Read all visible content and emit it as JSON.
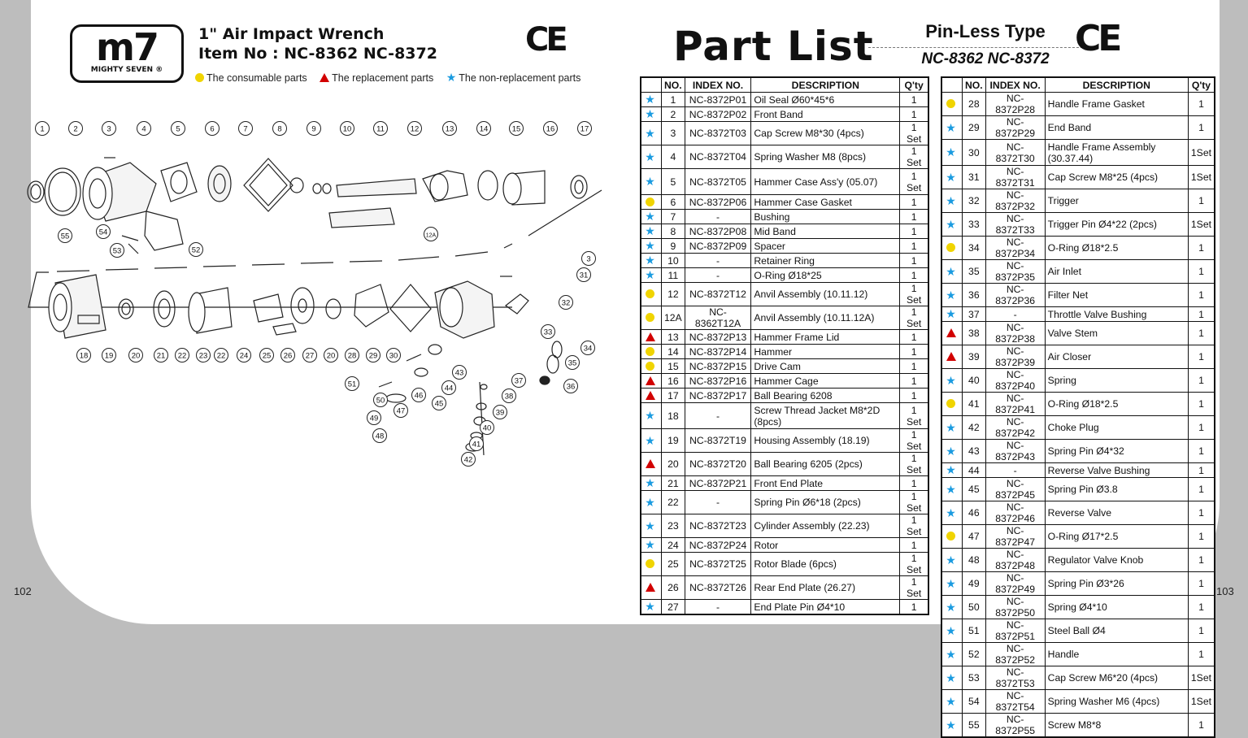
{
  "header": {
    "logo_text": "m7",
    "logo_sub": "MIGHTY SEVEN ®",
    "title_line1": "1\" Air Impact Wrench",
    "title_line2": "Item No : NC-8362 NC-8372",
    "ce": "CE"
  },
  "legend": {
    "consumable": "The consumable parts",
    "replacement": "The replacement parts",
    "non_replacement": "The non-replacement parts"
  },
  "colors": {
    "consumable": "#f0d400",
    "replacement": "#d20000",
    "non_replacement": "#1a9be0"
  },
  "part_list_header": {
    "title": "Part List",
    "subtitle": "Pin-Less Type",
    "models": "NC-8362 NC-8372",
    "ce": "CE"
  },
  "columns": [
    "NO.",
    "INDEX NO.",
    "DESCRIPTION",
    "Q'ty"
  ],
  "table_left": [
    {
      "sym": "star",
      "no": "1",
      "idx": "NC-8372P01",
      "desc": "Oil Seal Ø60*45*6",
      "qty": "1"
    },
    {
      "sym": "star",
      "no": "2",
      "idx": "NC-8372P02",
      "desc": "Front Band",
      "qty": "1"
    },
    {
      "sym": "star",
      "no": "3",
      "idx": "NC-8372T03",
      "desc": "Cap Screw M8*30 (4pcs)",
      "qty": "1 Set"
    },
    {
      "sym": "star",
      "no": "4",
      "idx": "NC-8372T04",
      "desc": "Spring Washer M8 (8pcs)",
      "qty": "1 Set"
    },
    {
      "sym": "star",
      "no": "5",
      "idx": "NC-8372T05",
      "desc": "Hammer Case Ass'y (05.07)",
      "qty": "1 Set",
      "tall": true
    },
    {
      "sym": "dot",
      "no": "6",
      "idx": "NC-8372P06",
      "desc": "Hammer Case Gasket",
      "qty": "1"
    },
    {
      "sym": "star",
      "no": "7",
      "idx": "-",
      "desc": "Bushing",
      "qty": "1"
    },
    {
      "sym": "star",
      "no": "8",
      "idx": "NC-8372P08",
      "desc": "Mid Band",
      "qty": "1"
    },
    {
      "sym": "star",
      "no": "9",
      "idx": "NC-8372P09",
      "desc": "Spacer",
      "qty": "1"
    },
    {
      "sym": "star",
      "no": "10",
      "idx": "-",
      "desc": "Retainer Ring",
      "qty": "1"
    },
    {
      "sym": "star",
      "no": "11",
      "idx": "-",
      "desc": "O-Ring Ø18*25",
      "qty": "1"
    },
    {
      "sym": "dot",
      "no": "12",
      "idx": "NC-8372T12",
      "desc": "Anvil Assembly (10.11.12)",
      "qty": "1 Set"
    },
    {
      "sym": "dot",
      "no": "12A",
      "idx": "NC-8362T12A",
      "desc": "Anvil Assembly (10.11.12A)",
      "qty": "1 Set"
    },
    {
      "sym": "tri",
      "no": "13",
      "idx": "NC-8372P13",
      "desc": "Hammer Frame Lid",
      "qty": "1"
    },
    {
      "sym": "dot",
      "no": "14",
      "idx": "NC-8372P14",
      "desc": "Hammer",
      "qty": "1"
    },
    {
      "sym": "dot",
      "no": "15",
      "idx": "NC-8372P15",
      "desc": "Drive Cam",
      "qty": "1"
    },
    {
      "sym": "tri",
      "no": "16",
      "idx": "NC-8372P16",
      "desc": "Hammer Cage",
      "qty": "1"
    },
    {
      "sym": "tri",
      "no": "17",
      "idx": "NC-8372P17",
      "desc": "Ball Bearing 6208",
      "qty": "1"
    },
    {
      "sym": "star",
      "no": "18",
      "idx": "-",
      "desc": "Screw Thread Jacket M8*2D (8pcs)",
      "qty": "1 Set",
      "tall": true
    },
    {
      "sym": "star",
      "no": "19",
      "idx": "NC-8372T19",
      "desc": "Housing Assembly (18.19)",
      "qty": "1 Set"
    },
    {
      "sym": "tri",
      "no": "20",
      "idx": "NC-8372T20",
      "desc": "Ball Bearing 6205 (2pcs)",
      "qty": "1 Set"
    },
    {
      "sym": "star",
      "no": "21",
      "idx": "NC-8372P21",
      "desc": "Front End Plate",
      "qty": "1"
    },
    {
      "sym": "star",
      "no": "22",
      "idx": "-",
      "desc": "Spring Pin Ø6*18 (2pcs)",
      "qty": "1 Set"
    },
    {
      "sym": "star",
      "no": "23",
      "idx": "NC-8372T23",
      "desc": "Cylinder Assembly (22.23)",
      "qty": "1 Set"
    },
    {
      "sym": "star",
      "no": "24",
      "idx": "NC-8372P24",
      "desc": "Rotor",
      "qty": "1"
    },
    {
      "sym": "dot",
      "no": "25",
      "idx": "NC-8372T25",
      "desc": "Rotor Blade (6pcs)",
      "qty": "1 Set"
    },
    {
      "sym": "tri",
      "no": "26",
      "idx": "NC-8372T26",
      "desc": "Rear End Plate (26.27)",
      "qty": "1 Set"
    },
    {
      "sym": "star",
      "no": "27",
      "idx": "-",
      "desc": "End Plate Pin Ø4*10",
      "qty": "1"
    }
  ],
  "table_right": [
    {
      "sym": "dot",
      "no": "28",
      "idx": "NC-8372P28",
      "desc": "Handle Frame Gasket",
      "qty": "1"
    },
    {
      "sym": "star",
      "no": "29",
      "idx": "NC-8372P29",
      "desc": "End Band",
      "qty": "1"
    },
    {
      "sym": "star",
      "no": "30",
      "idx": "NC-8372T30",
      "desc": "Handle Frame Assembly (30.37.44)",
      "qty": "1Set",
      "tall": true
    },
    {
      "sym": "star",
      "no": "31",
      "idx": "NC-8372T31",
      "desc": "Cap Screw M8*25 (4pcs)",
      "qty": "1Set"
    },
    {
      "sym": "star",
      "no": "32",
      "idx": "NC-8372P32",
      "desc": "Trigger",
      "qty": "1"
    },
    {
      "sym": "star",
      "no": "33",
      "idx": "NC-8372T33",
      "desc": "Trigger Pin Ø4*22 (2pcs)",
      "qty": "1Set"
    },
    {
      "sym": "dot",
      "no": "34",
      "idx": "NC-8372P34",
      "desc": "O-Ring Ø18*2.5",
      "qty": "1"
    },
    {
      "sym": "star",
      "no": "35",
      "idx": "NC-8372P35",
      "desc": "Air Inlet",
      "qty": "1"
    },
    {
      "sym": "star",
      "no": "36",
      "idx": "NC-8372P36",
      "desc": "Filter Net",
      "qty": "1"
    },
    {
      "sym": "star",
      "no": "37",
      "idx": "-",
      "desc": "Throttle Valve Bushing",
      "qty": "1"
    },
    {
      "sym": "tri",
      "no": "38",
      "idx": "NC-8372P38",
      "desc": "Valve Stem",
      "qty": "1"
    },
    {
      "sym": "tri",
      "no": "39",
      "idx": "NC-8372P39",
      "desc": "Air Closer",
      "qty": "1"
    },
    {
      "sym": "star",
      "no": "40",
      "idx": "NC-8372P40",
      "desc": "Spring",
      "qty": "1"
    },
    {
      "sym": "dot",
      "no": "41",
      "idx": "NC-8372P41",
      "desc": "O-Ring Ø18*2.5",
      "qty": "1"
    },
    {
      "sym": "star",
      "no": "42",
      "idx": "NC-8372P42",
      "desc": "Choke Plug",
      "qty": "1"
    },
    {
      "sym": "star",
      "no": "43",
      "idx": "NC-8372P43",
      "desc": "Spring Pin Ø4*32",
      "qty": "1"
    },
    {
      "sym": "star",
      "no": "44",
      "idx": "-",
      "desc": "Reverse Valve Bushing",
      "qty": "1"
    },
    {
      "sym": "star",
      "no": "45",
      "idx": "NC-8372P45",
      "desc": "Spring Pin Ø3.8",
      "qty": "1"
    },
    {
      "sym": "star",
      "no": "46",
      "idx": "NC-8372P46",
      "desc": "Reverse Valve",
      "qty": "1"
    },
    {
      "sym": "dot",
      "no": "47",
      "idx": "NC-8372P47",
      "desc": "O-Ring Ø17*2.5",
      "qty": "1"
    },
    {
      "sym": "star",
      "no": "48",
      "idx": "NC-8372P48",
      "desc": "Regulator Valve Knob",
      "qty": "1"
    },
    {
      "sym": "star",
      "no": "49",
      "idx": "NC-8372P49",
      "desc": "Spring Pin Ø3*26",
      "qty": "1"
    },
    {
      "sym": "star",
      "no": "50",
      "idx": "NC-8372P50",
      "desc": "Spring Ø4*10",
      "qty": "1"
    },
    {
      "sym": "star",
      "no": "51",
      "idx": "NC-8372P51",
      "desc": "Steel Ball Ø4",
      "qty": "1"
    },
    {
      "sym": "star",
      "no": "52",
      "idx": "NC-8372P52",
      "desc": "Handle",
      "qty": "1"
    },
    {
      "sym": "star",
      "no": "53",
      "idx": "NC-8372T53",
      "desc": "Cap Screw M6*20 (4pcs)",
      "qty": "1Set"
    },
    {
      "sym": "star",
      "no": "54",
      "idx": "NC-8372T54",
      "desc": "Spring Washer M6 (4pcs)",
      "qty": "1Set"
    },
    {
      "sym": "star",
      "no": "55",
      "idx": "NC-8372P55",
      "desc": "Screw M8*8",
      "qty": "1"
    }
  ],
  "diagram_labels": {
    "row1": [
      "1",
      "2",
      "3",
      "4",
      "5",
      "6",
      "7",
      "8",
      "9",
      "10",
      "11",
      "12",
      "13",
      "14",
      "15",
      "16",
      "17"
    ],
    "cluster": [
      "55",
      "54",
      "53",
      "52",
      "12A"
    ],
    "row2": [
      "18",
      "19",
      "20",
      "21",
      "22",
      "23",
      "22",
      "24",
      "25",
      "26",
      "27",
      "20",
      "28",
      "29",
      "30"
    ],
    "right": [
      "3",
      "31",
      "32",
      "33",
      "34",
      "35",
      "36"
    ],
    "lower": [
      "43",
      "44",
      "45",
      "46",
      "47",
      "48",
      "49",
      "50",
      "51",
      "37",
      "38",
      "39",
      "40",
      "41",
      "42"
    ]
  },
  "page_numbers": {
    "left": "102",
    "right": "103"
  }
}
